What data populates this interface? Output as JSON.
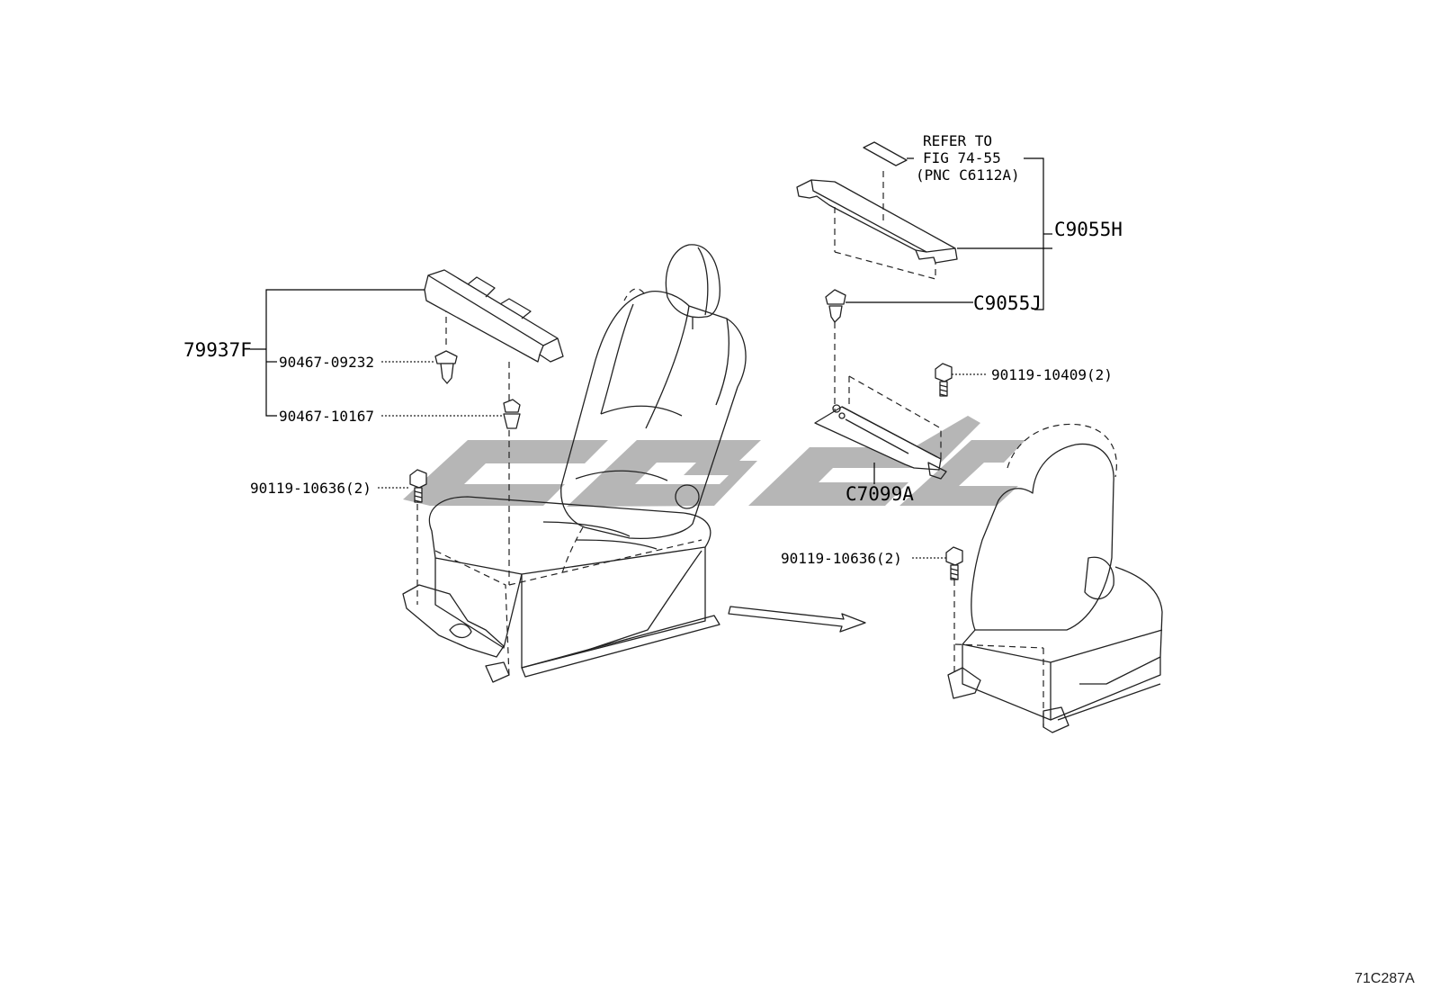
{
  "labels": {
    "p79937F": "79937F",
    "p90467_09232": "90467-09232",
    "p90467_10167": "90467-10167",
    "p90119_10636_left": "90119-10636(2)",
    "refer_line1": "REFER TO",
    "refer_line2": "FIG 74-55",
    "refer_line3": "(PNC C6112A)",
    "pC9055H": "C9055H",
    "pC9055J": "C9055J",
    "p90119_10409": "90119-10409(2)",
    "pC7099A": "C7099A",
    "p90119_10636_right": "90119-10636(2)"
  },
  "illustration_code": "71C287A",
  "colors": {
    "line": "#222222",
    "watermark": "#9a9a9a",
    "background": "#ffffff"
  }
}
